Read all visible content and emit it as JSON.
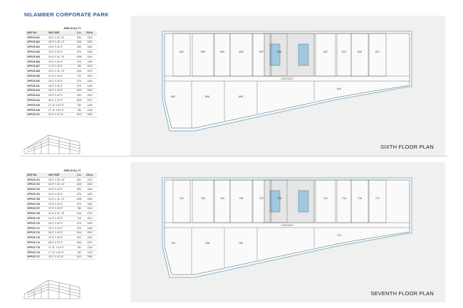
{
  "header": {
    "title": "NILAMBER CORPORATE PARK"
  },
  "floors": [
    {
      "plan_label": "SIXTH FLOOR PLAN",
      "table": {
        "area_title": "AREA IN SQ. FT.",
        "columns": [
          "UNIT NO.",
          "UNIT SIZE",
          "C.A.",
          "S.B.A."
        ],
        "rows": [
          [
            "OFFICE-601",
            "18'-0\" X 32'-1.5\"",
            "830",
            "1310"
          ],
          [
            "OFFICE-602",
            "28'-9\" X 42'-1.5\"",
            "1500",
            "2000"
          ],
          [
            "OFFICE-603",
            "19'-6\" X 42'-9\"",
            "895",
            "1400"
          ],
          [
            "OFFICE-604",
            "19'-6\" X 42'-9\"",
            "875",
            "1400"
          ],
          [
            "OFFICE-605",
            "30'-6\" X 41'-7.5\"",
            "1095",
            "2000"
          ],
          [
            "OFFICE-606",
            "19'-6\" X 42'-9\"",
            "875",
            "1400"
          ],
          [
            "OFFICE-607",
            "17'-6\" X 42'-9\"",
            "780",
            "1240"
          ],
          [
            "OFFICE-608",
            "42'-6\" X 41'-7.5\"",
            "1140",
            "2370"
          ],
          [
            "OFFICE-609",
            "14'-3\" X 42'-9\"",
            "710",
            "1010"
          ],
          [
            "OFFICE-610",
            "18'-0\" X 42'-9\"",
            "875",
            "1400"
          ],
          [
            "OFFICE-611",
            "18'-0\" X 42'-9\"",
            "875",
            "1400"
          ],
          [
            "OFFICE-612",
            "28'-0\" X 42'-9\"",
            "1010",
            "2000"
          ],
          [
            "OFFICE-613",
            "19'-6\" X 42'-9\"",
            "830",
            "1310"
          ],
          [
            "OFFICE-614",
            "68'-0\" X 22'-9\"",
            "1600",
            "2370"
          ],
          [
            "OFFICE-615",
            "17'-11\" X 42'-9\"",
            "780",
            "1240"
          ],
          [
            "OFFICE-616",
            "17'-11\" X 42'-9\"",
            "780",
            "1240"
          ],
          [
            "OFFICE-617",
            "20'-0\" X 42'-11\"",
            "1010",
            "2050"
          ]
        ]
      },
      "units": {
        "front": [
          "601",
          "603",
          "604",
          "605",
          "607",
          "608",
          "612",
          "613",
          "615",
          "617"
        ],
        "back": [
          "602",
          "606",
          "609",
          "614"
        ],
        "corridor": "CORRIDOR"
      }
    },
    {
      "plan_label": "SEVENTH FLOOR PLAN",
      "table": {
        "area_title": "AREA IN SQ. FT.",
        "columns": [
          "UNIT NO.",
          "UNIT SIZE",
          "C.A.",
          "S.B.A."
        ],
        "rows": [
          [
            "OFFICE-701",
            "18'-0\" X 32'-1.5\"",
            "830",
            "1310"
          ],
          [
            "OFFICE-702",
            "28'-9\" X 42'-1.5\"",
            "1500",
            "2000"
          ],
          [
            "OFFICE-703",
            "19'-6\" X 42'-9\"",
            "895",
            "1400"
          ],
          [
            "OFFICE-704",
            "19'-6\" X 42'-9\"",
            "875",
            "1400"
          ],
          [
            "OFFICE-705",
            "30'-6\" X 41'-7.5\"",
            "1095",
            "2000"
          ],
          [
            "OFFICE-706",
            "19'-6\" X 42'-9\"",
            "875",
            "1400"
          ],
          [
            "OFFICE-707",
            "17'-6\" X 42'-9\"",
            "780",
            "1240"
          ],
          [
            "OFFICE-708",
            "42'-6\" X 41'-7.5\"",
            "1140",
            "2370"
          ],
          [
            "OFFICE-709",
            "14'-3\" X 42'-9\"",
            "710",
            "1010"
          ],
          [
            "OFFICE-710",
            "18'-0\" X 42'-9\"",
            "875",
            "1400"
          ],
          [
            "OFFICE-711",
            "18'-0\" X 42'-9\"",
            "875",
            "1400"
          ],
          [
            "OFFICE-712",
            "28'-0\" X 42'-9\"",
            "1010",
            "2000"
          ],
          [
            "OFFICE-713",
            "19'-6\" X 42'-9\"",
            "830",
            "1310"
          ],
          [
            "OFFICE-714",
            "68'-0\" X 22'-9\"",
            "1600",
            "2370"
          ],
          [
            "OFFICE-715",
            "17'-11\" X 42'-9\"",
            "780",
            "1240"
          ],
          [
            "OFFICE-716",
            "17'-11\" X 42'-9\"",
            "780",
            "1240"
          ],
          [
            "OFFICE-717",
            "20'-0\" X 42'-11\"",
            "1010",
            "2050"
          ]
        ]
      },
      "units": {
        "front": [
          "701",
          "703",
          "704",
          "705",
          "707",
          "708",
          "712",
          "713",
          "715",
          "717"
        ],
        "back": [
          "702",
          "706",
          "709",
          "714"
        ],
        "corridor": "CORRIDOR"
      }
    }
  ]
}
